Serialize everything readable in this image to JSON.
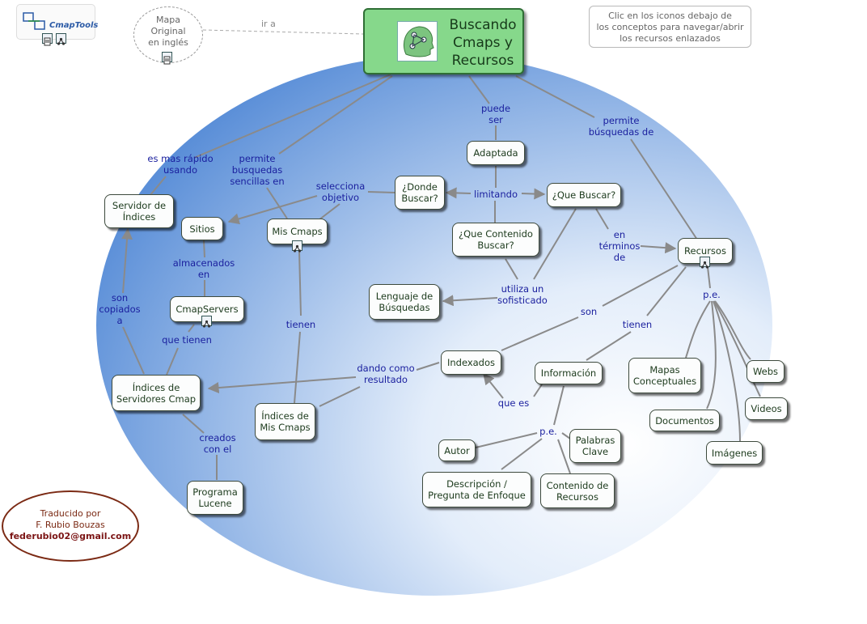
{
  "logo": {
    "text": "CmapTools"
  },
  "original_map": {
    "text": "Mapa\nOriginal\nen inglés",
    "link_label": "ir a"
  },
  "note": {
    "text": "Clic en los iconos debajo de\nlos conceptos para navegar/abrir\nlos recursos enlazados"
  },
  "title": {
    "text": "Buscando\nCmaps y\nRecursos"
  },
  "credit": {
    "line1": "Traducido por",
    "line2": "F. Rubio Bouzas",
    "email": "federubio02@gmail.com"
  },
  "concepts": {
    "servidor_indices": "Servidor de\nÍndices",
    "sitios": "Sitios",
    "mis_cmaps": "Mis Cmaps",
    "donde_buscar": "¿Donde\nBuscar?",
    "adaptada": "Adaptada",
    "que_buscar": "¿Que Buscar?",
    "que_contenido": "¿Que Contenido\nBuscar?",
    "recursos": "Recursos",
    "cmapservers": "CmapServers",
    "lenguaje": "Lenguaje de\nBúsquedas",
    "indices_servidores": "Índices de\nServidores Cmap",
    "indexados": "Indexados",
    "informacion": "Información",
    "indices_mis_cmaps": "Índices de\nMis Cmaps",
    "mapas_conceptuales": "Mapas\nConceptuales",
    "webs": "Webs",
    "documentos": "Documentos",
    "videos": "Videos",
    "imagenes": "Imágenes",
    "autor": "Autor",
    "palabras_clave": "Palabras\nClave",
    "descripcion": "Descripción /\nPregunta de Enfoque",
    "contenido_recursos": "Contenido de\nRecursos",
    "programa_lucene": "Programa\nLucene"
  },
  "links": {
    "es_mas_rapido": "es mas rápido\nusando",
    "permite_busquedas_sencillas": "permite\nbusquedas\nsencillas en",
    "selecciona_objetivo": "selecciona\nobjetivo",
    "puede_ser": "puede\nser",
    "permite_busquedas_de": "permite\nbúsquedas de",
    "limitando": "limitando",
    "en_terminos_de": "en\ntérminos\nde",
    "almacenados_en": "almacenados\nen",
    "son_copiados_a": "son\ncopiados\na",
    "que_tienen": "que tienen",
    "utiliza_sofisticado": "utiliza un\nsofisticado",
    "tienen_mis": "tienen",
    "son": "son",
    "tienen_recursos": "tienen",
    "pe_recursos": "p.e.",
    "dando_como_resultado": "dando como\nresultado",
    "que_es": "que es",
    "pe_info": "p.e.",
    "creados_con_el": "creados\ncon el"
  },
  "colors": {
    "ellipse_light": "#ffffff",
    "ellipse_dark": "#5b8fd8",
    "title_fill": "#86d88b",
    "link_text": "#1a1f9e"
  }
}
